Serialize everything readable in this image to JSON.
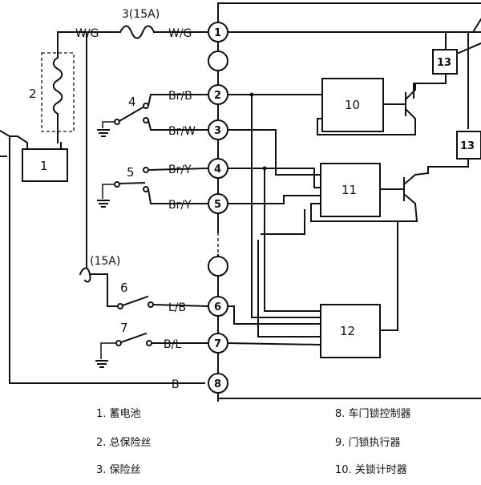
{
  "connector_pins": [
    "1",
    "2",
    "3",
    "4",
    "5",
    "6",
    "7",
    "8"
  ],
  "wire_colors": {
    "w1": "W/G",
    "w2": "W/G",
    "br_b": "Br/B",
    "br_w": "Br/W",
    "br_y1": "Br/Y",
    "br_y2": "Br/Y",
    "l_b": "L/B",
    "b_l": "B/L",
    "b": "B"
  },
  "fuse_labels": {
    "fuse3": "3(15A)",
    "fuse_lower": "(15A)"
  },
  "component_labels": {
    "battery": "1",
    "main_fuse": "2",
    "switch4": "4",
    "switch5": "5",
    "switch6": "6",
    "switch7": "7",
    "box10": "10",
    "box11": "11",
    "box12": "12",
    "box13a": "13",
    "box13b": "13"
  },
  "legend_left": [
    "1. 蓄电池",
    "2. 总保险丝",
    "3. 保险丝"
  ],
  "legend_right": [
    "8. 车门锁控制器",
    "9. 门锁执行器",
    "10. 关锁计时器"
  ]
}
